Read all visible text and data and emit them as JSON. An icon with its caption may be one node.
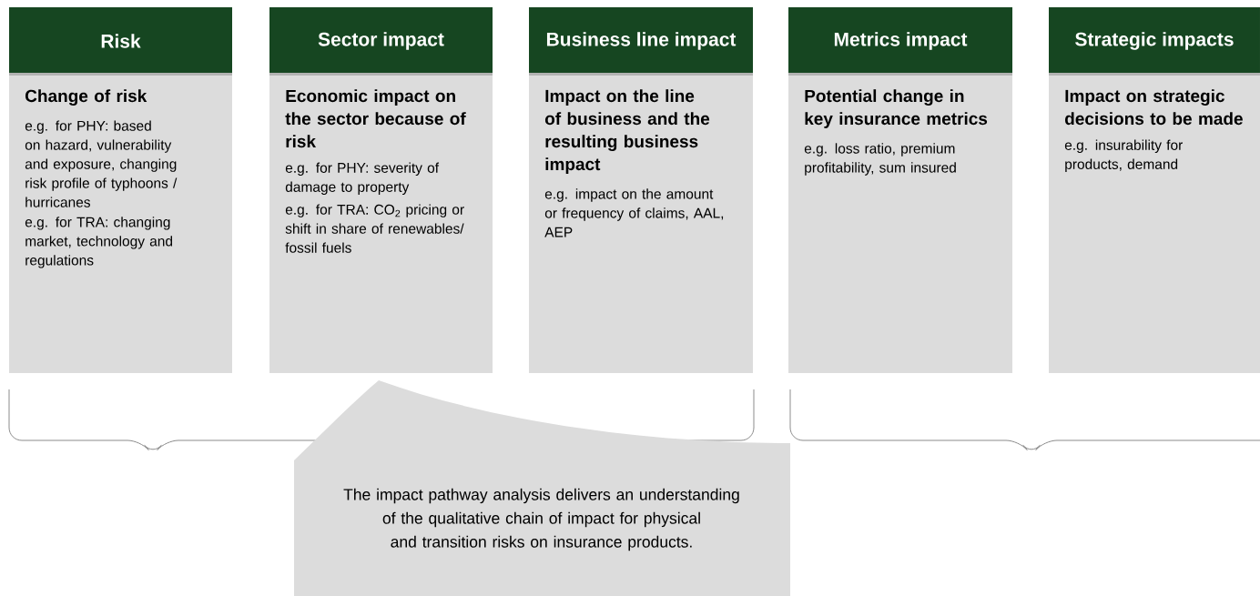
{
  "diagram": {
    "nodes": [
      {
        "text": [
          "Risk",
          "Change of risk",
          "e.g. for PHY: based on hazard, vulnerability and exposure, changing risk profile of typhoons / hurricanes",
          "e.g. for TRA: changing market, technology and regulations"
        ]
      },
      {
        "text": [
          "Sector impact",
          "Economic impact on the sector because of risk",
          "e.g. for PHY: severity of damage to property",
          "e.g. for TRA: CO$_{2}$ pricing or shift in share of renewables/ fossil fuels"
        ]
      },
      {
        "text": [
          "Business line impact",
          "Impact on the line of business and the resulting business impact",
          "e.g. impact on the amount or frequency of claims, AAL, AEP"
        ]
      },
      {
        "text": [
          "Metrics impact",
          "Potential change in key insurance metrics",
          "e.g. loss ratio, premium profitability, sum insured"
        ]
      },
      {
        "text": [
          "Strategic impacts",
          "Impact on strategic decisions to be made",
          "e.g. insurability for products, demand"
        ]
      },
      {
        "text": [
          "The impact pathway analysis delivers an understanding of the qualitative chain of impact for physical and transition risks on insurance products."
        ]
      }
    ]
  }
}
